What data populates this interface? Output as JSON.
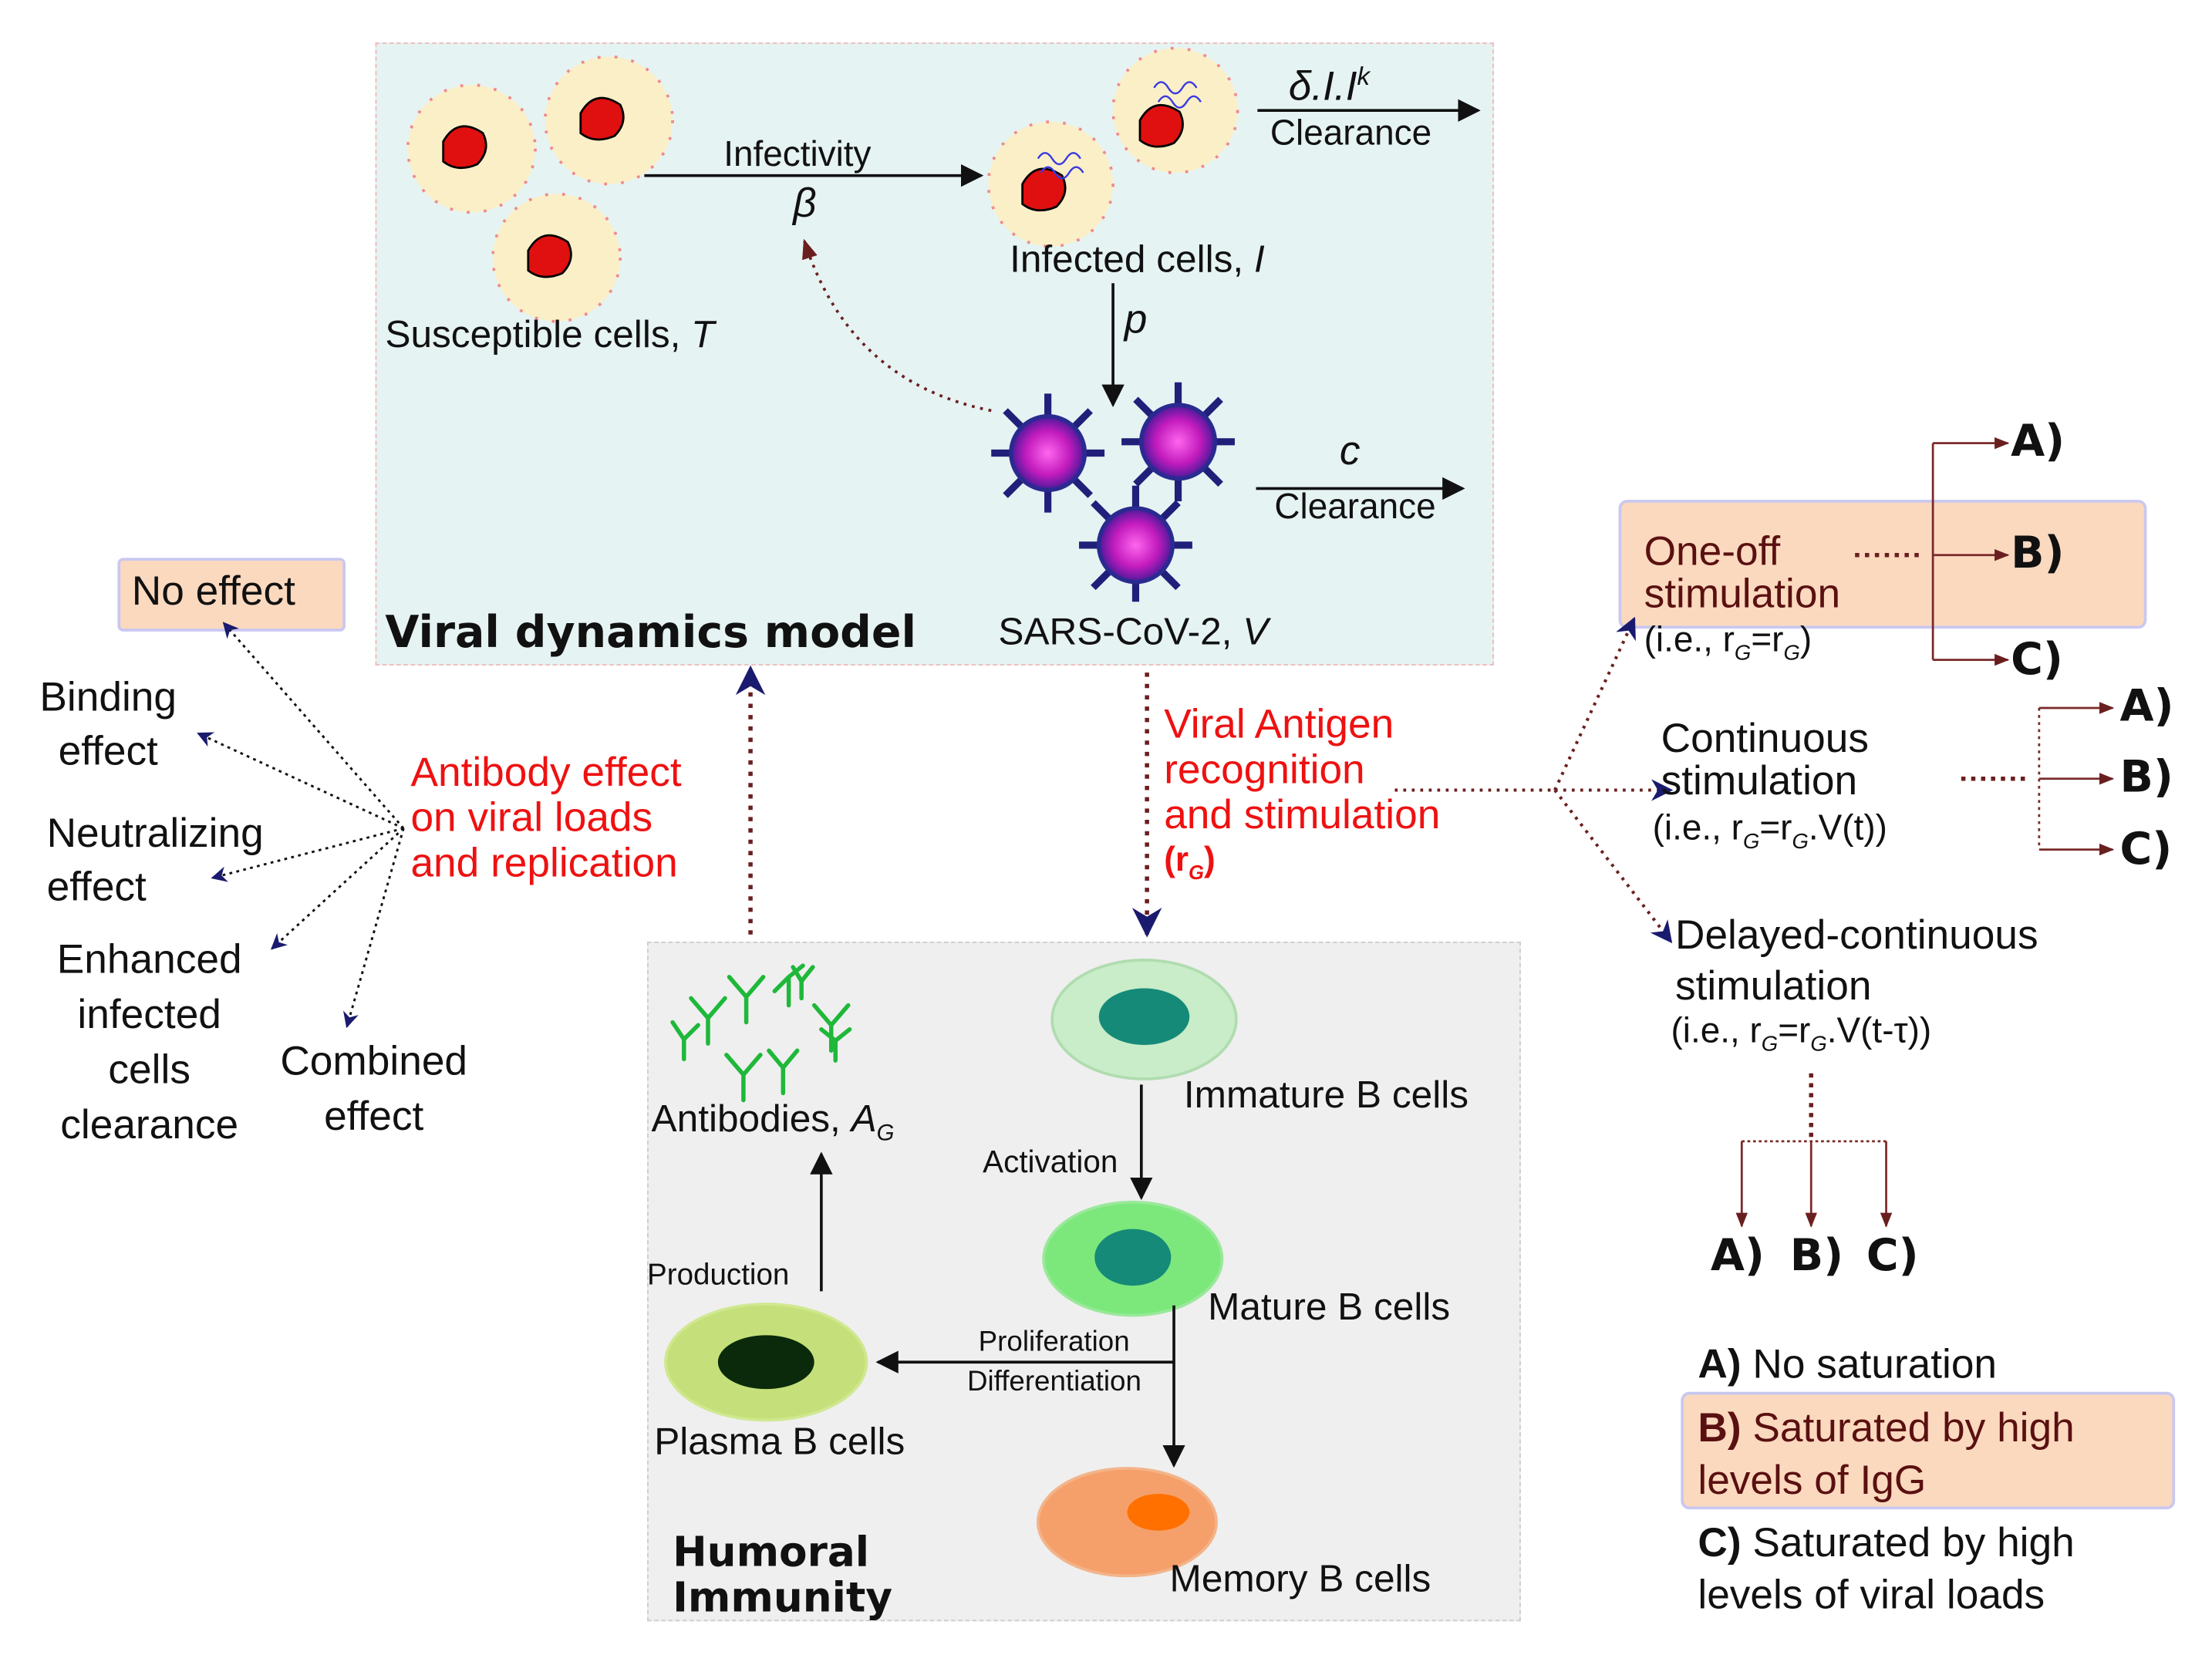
{
  "viral_model": {
    "title": "Viral dynamics model",
    "susceptible": "Susceptible cells, ",
    "susceptible_var": "T",
    "infectivity": "Infectivity",
    "beta": "β",
    "infected": "Infected cells, ",
    "infected_var": "I",
    "clearance_term": "δ.I.I",
    "clearance_exp": "k",
    "clearance_1": "Clearance",
    "p": "p",
    "c": "c",
    "clearance_2": "Clearance",
    "virus": "SARS-CoV-2, ",
    "virus_var": "V"
  },
  "antibody_effect": {
    "line1": "Antibody effect",
    "line2": "on viral loads",
    "line3": "and replication",
    "effects": [
      "No effect",
      "Binding",
      "effect",
      "Neutralizing",
      "effect",
      "Enhanced",
      "infected",
      "cells",
      "clearance",
      "Combined",
      "effect"
    ]
  },
  "antigen": {
    "line1": "Viral Antigen",
    "line2": "recognition",
    "line3": "and stimulation",
    "symbol": "(r",
    "sub": "G",
    "close": ")"
  },
  "stimulation": {
    "oneoff_1": "One-off",
    "oneoff_2": "stimulation",
    "oneoff_ie": "(i.e., r",
    "oneoff_eq": "=r",
    "oneoff_end": ")",
    "cont_1": "Continuous",
    "cont_2": "stimulation",
    "cont_ie": "(i.e., r",
    "cont_eq": "=r",
    "cont_end": ".V(t))",
    "delayed_1": "Delayed-continuous",
    "delayed_2": "stimulation",
    "delayed_ie": "(i.e., r",
    "delayed_eq": "=r",
    "delayed_end": ".V(t-τ))",
    "sub": "G",
    "labels": [
      "A)",
      "B)",
      "C)"
    ]
  },
  "legend": {
    "a_key": "A)",
    "a_text": "No saturation",
    "b_key": "B)",
    "b_text1": "Saturated by high",
    "b_text2": "levels of IgG",
    "c_key": "C)",
    "c_text1": "Saturated by high",
    "c_text2": "levels of viral loads"
  },
  "humoral": {
    "title1": "Humoral",
    "title2": "Immunity",
    "antibodies": "Antibodies, ",
    "antibodies_var": "A",
    "antibodies_sub": "G",
    "immature": "Immature B cells",
    "activation": "Activation",
    "mature": "Mature B cells",
    "proliferation": "Proliferation",
    "differentiation": "Differentiation",
    "plasma": "Plasma B cells",
    "memory": "Memory B cells",
    "production": "Production"
  },
  "colors": {
    "viral_bg": "#e6f3f3",
    "humoral_bg": "#efefef",
    "highlight": "#fbd9bf",
    "red_text": "#ee1111",
    "arrow_navy": "#1a1a6e",
    "dotted_maroon": "#5a1010"
  }
}
